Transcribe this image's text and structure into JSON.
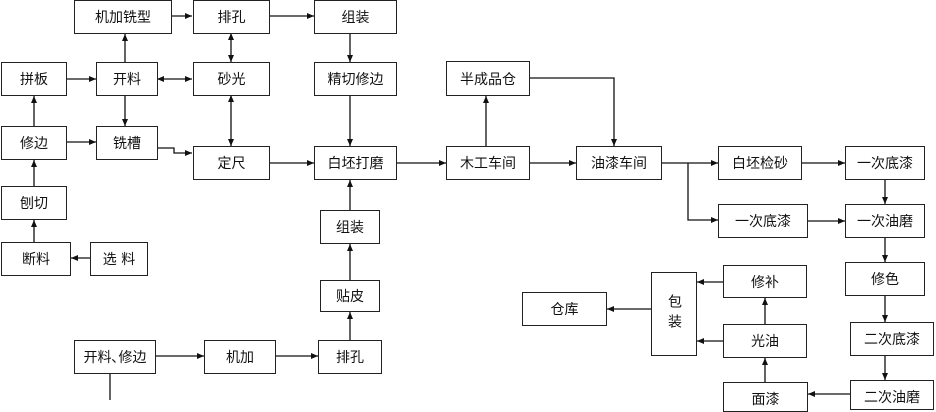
{
  "nodes": {
    "n_jijia_xixing": "机加铣型",
    "n_paikong1": "排孔",
    "n_zuzhuang1": "组装",
    "n_pinban": "拼板",
    "n_kailiao1": "开料",
    "n_shaguang": "砂光",
    "n_jingqie": "精切修边",
    "n_banchengpin": "半成品仓",
    "n_xiubian": "修边",
    "n_xicao": "铣槽",
    "n_dingchi": "定尺",
    "n_baipi_damo": "白坯打磨",
    "n_mugong": "木工车间",
    "n_youqi": "油漆车间",
    "n_baipi_jiansha": "白坯检砂",
    "n_yici_diqi_r": "一次底漆",
    "n_baoqie": "刨切",
    "n_yici_diqi_m": "一次底漆",
    "n_yici_youmo": "一次油磨",
    "n_zuzhuang2": "组装",
    "n_duanliao": "断料",
    "n_xuanliao": "选  料",
    "n_xiubu": "修补",
    "n_xiuse": "修色",
    "n_tiepi": "贴皮",
    "n_cangku": "仓库",
    "n_baozhuang": "包装",
    "n_guangyou": "光油",
    "n_erci_diqi": "二次底漆",
    "n_kailiao_xiubian": "开料､修边",
    "n_jijia": "机加",
    "n_paikong2": "排孔",
    "n_mianqi": "面漆",
    "n_erci_youmo": "二次油磨"
  }
}
